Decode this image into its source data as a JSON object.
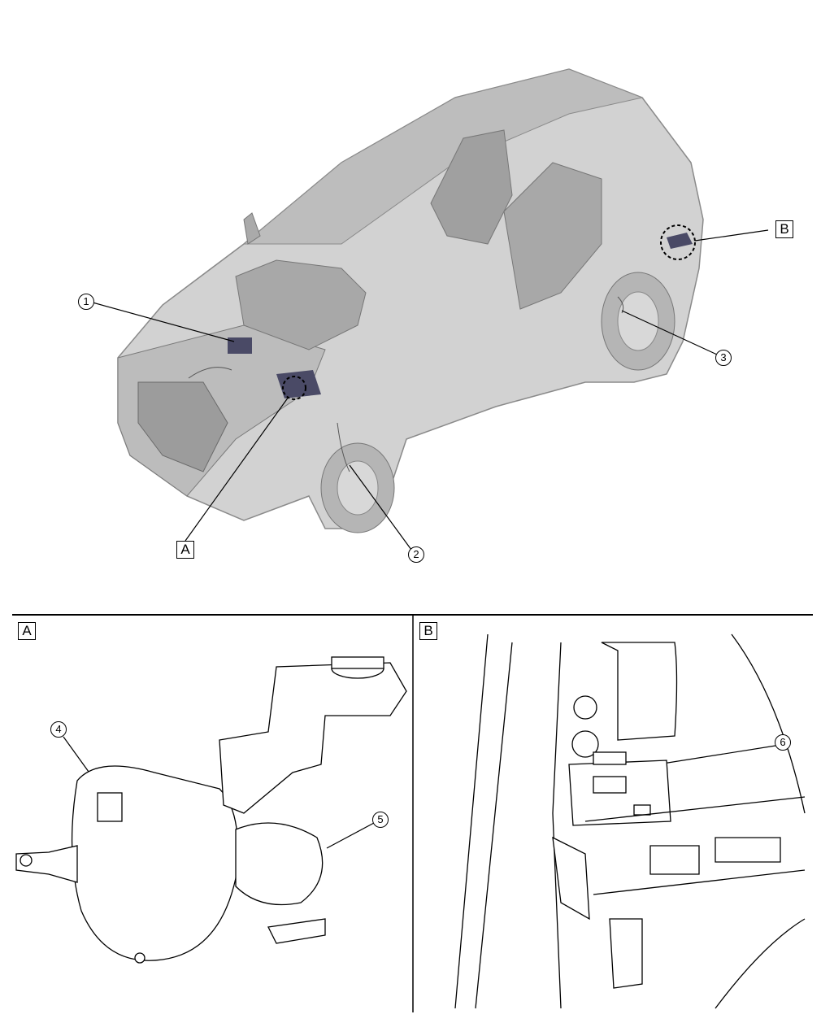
{
  "callouts": {
    "c1": "1",
    "c2": "2",
    "c3": "3",
    "c4": "4",
    "c5": "5",
    "c6": "6"
  },
  "views": {
    "a": "A",
    "b": "B"
  },
  "colors": {
    "car_body": "#c8c8c8",
    "car_dark": "#8f8f8f",
    "component": "#4a4a66",
    "line": "#000000"
  }
}
